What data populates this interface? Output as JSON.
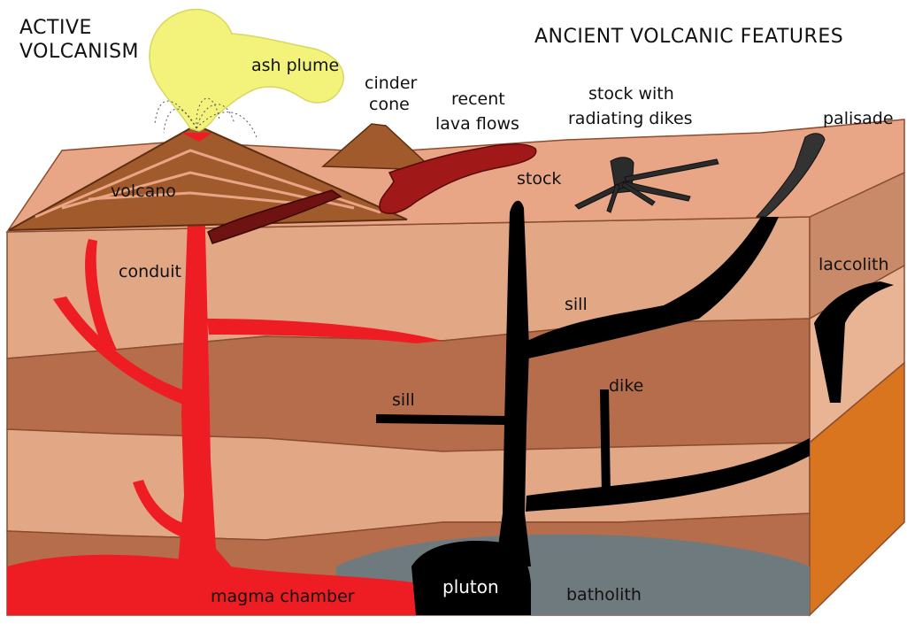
{
  "headers": {
    "left_line1": "ACTIVE",
    "left_line2": "VOLCANISM",
    "right": "ANCIENT VOLCANIC FEATURES"
  },
  "labels": {
    "ash_plume": "ash plume",
    "cinder_cone_line1": "cinder",
    "cinder_cone_line2": "cone",
    "recent_lava_line1": "recent",
    "recent_lava_line2": "lava flows",
    "stock_dikes_line1": "stock with",
    "stock_dikes_line2": "radiating dikes",
    "palisade": "palisade",
    "volcano": "volcano",
    "stock": "stock",
    "conduit": "conduit",
    "laccolith": "laccolith",
    "sill_upper": "sill",
    "sill_lower": "sill",
    "dike": "dike",
    "magma_chamber": "magma chamber",
    "pluton": "pluton",
    "batholith": "batholith"
  },
  "colors": {
    "surface": "#e8a686",
    "layer_light": "#e2a785",
    "layer_dark": "#b66d4b",
    "side_orange": "#d9741f",
    "magma": "#ee1d24",
    "intrusion": "#000000",
    "batholith": "#6f7a7f",
    "ash": "#f3f37c",
    "volcano_brown": "#a05a2c",
    "lava_dark": "#8b1a1a"
  }
}
